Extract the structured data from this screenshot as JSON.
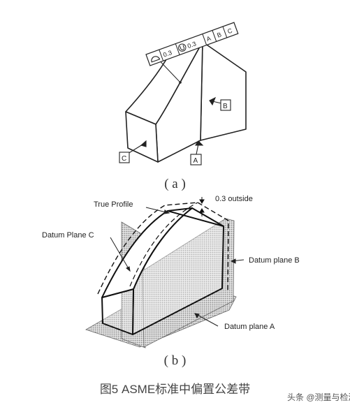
{
  "figure_a": {
    "caption": "( a )",
    "fcf": {
      "cells": [
        "0.3",
        "0.3",
        "A",
        "B",
        "C"
      ]
    },
    "datum_a": "A",
    "datum_b": "B",
    "datum_c": "C"
  },
  "figure_b": {
    "caption": "( b )",
    "labels": {
      "true_profile": "True Profile",
      "offset": "0.3 outside",
      "datum_plane_c": "Datum Plane C",
      "datum_plane_b": "Datum plane B",
      "datum_plane_a": "Datum plane A"
    }
  },
  "figure_title": "图5 ASME标准中偏置公差带",
  "watermark": "头条 @测量与检测"
}
